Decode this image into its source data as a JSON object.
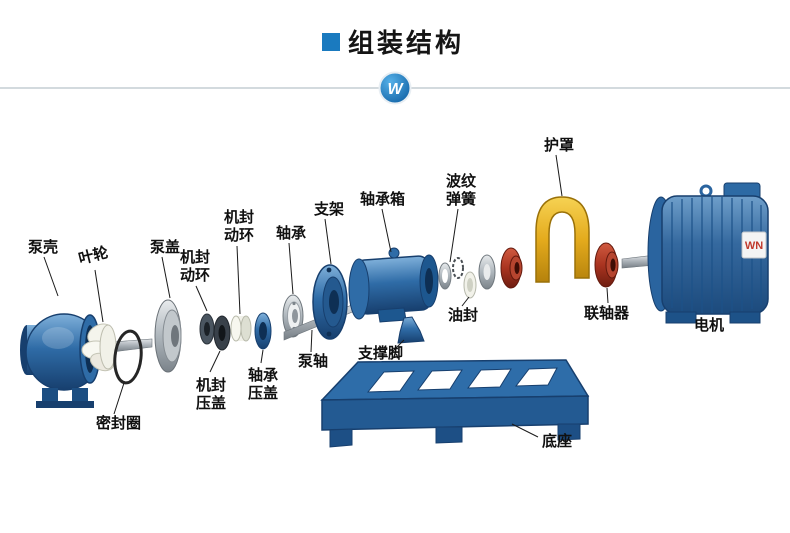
{
  "header": {
    "title": "组装结构",
    "badge_letter": "W",
    "accent_color": "#1a7abf"
  },
  "colors": {
    "pump_blue": "#2f6ca7",
    "guard_yellow": "#e4ab1d",
    "coupling_red": "#a93420",
    "motor_blue": "#35699f",
    "base_blue": "#2e6da9"
  },
  "diagram": {
    "motor_brand": "WN",
    "labels": [
      {
        "id": "pump-casing",
        "text": "泵壳"
      },
      {
        "id": "impeller",
        "text": "叶轮"
      },
      {
        "id": "pump-cover",
        "text": "泵盖"
      },
      {
        "id": "mech-seal-rotating-ring-a",
        "line1": "机封",
        "line2": "动环"
      },
      {
        "id": "mech-seal-rotating-ring-b",
        "line1": "机封",
        "line2": "动环"
      },
      {
        "id": "bearing",
        "text": "轴承"
      },
      {
        "id": "bracket",
        "text": "支架"
      },
      {
        "id": "bearing-box",
        "text": "轴承箱"
      },
      {
        "id": "wave-spring",
        "line1": "波纹",
        "line2": "弹簧"
      },
      {
        "id": "guard",
        "text": "护罩"
      },
      {
        "id": "coupling",
        "text": "联轴器"
      },
      {
        "id": "motor",
        "text": "电机"
      },
      {
        "id": "oil-seal",
        "text": "油封"
      },
      {
        "id": "pump-shaft",
        "text": "泵轴"
      },
      {
        "id": "support-foot",
        "text": "支撑脚"
      },
      {
        "id": "seal-ring",
        "text": "密封圈"
      },
      {
        "id": "mech-seal-gland",
        "line1": "机封",
        "line2": "压盖"
      },
      {
        "id": "bearing-gland",
        "line1": "轴承",
        "line2": "压盖"
      },
      {
        "id": "base",
        "text": "底座"
      }
    ]
  }
}
